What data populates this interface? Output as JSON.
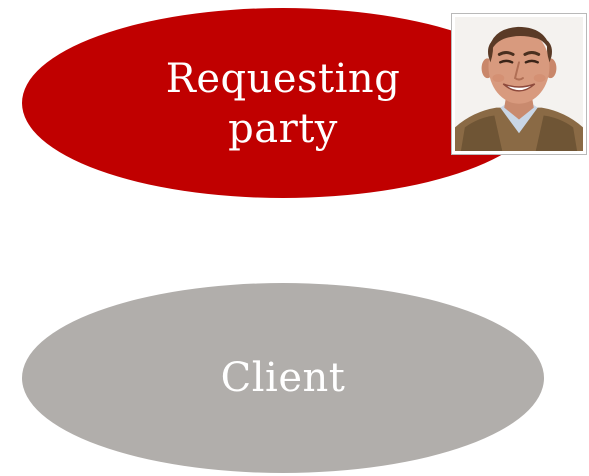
{
  "nodes": {
    "requesting_party": {
      "label_line1": "Requesting",
      "label_line2": "party",
      "color": "#c00000"
    },
    "client": {
      "label": "Client",
      "color": "#b1aeab"
    }
  },
  "photo": {
    "icon": "person-portrait-icon"
  }
}
